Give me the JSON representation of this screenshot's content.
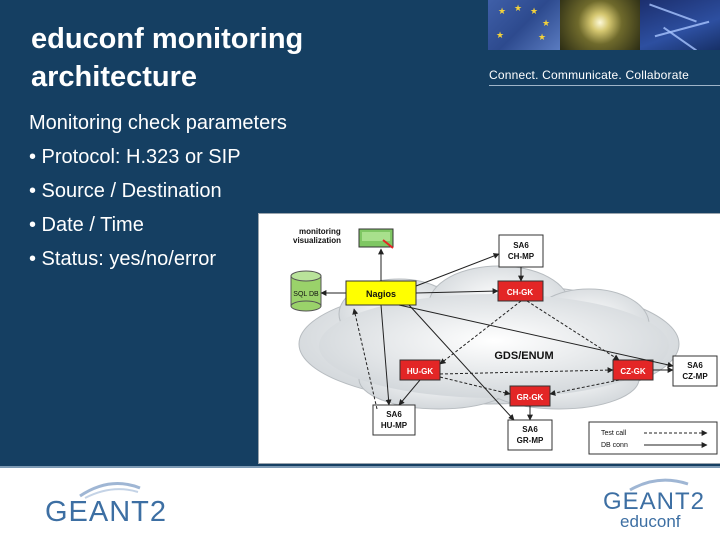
{
  "slide": {
    "title_line1": "educonf monitoring",
    "title_line2": "architecture",
    "tagline": "Connect. Communicate. Collaborate",
    "body": {
      "heading": "Monitoring check parameters",
      "bullets": [
        "• Protocol: H.323 or SIP",
        "• Source / Destination",
        "• Date / Time",
        "• Status: yes/no/error"
      ]
    }
  },
  "diagram": {
    "monitoring_label_line1": "monitoring",
    "monitoring_label_line2": "visualization",
    "db_label": "SQL DB",
    "nagios": "Nagios",
    "cloud_label": "GDS/ENUM",
    "nodes": {
      "sa6_ch_mp_1": "SA6",
      "sa6_ch_mp_2": "CH-MP",
      "ch_gk": "CH-GK",
      "hu_gk": "HU-GK",
      "cz_gk": "CZ-GK",
      "gr_gk": "GR-GK",
      "sa6_cz_mp_1": "SA6",
      "sa6_cz_mp_2": "CZ-MP",
      "sa6_hu_mp_1": "SA6",
      "sa6_hu_mp_2": "HU-MP",
      "sa6_gr_mp_1": "SA6",
      "sa6_gr_mp_2": "GR-MP"
    },
    "legend": {
      "test_call": "Test call",
      "db_conn": "DB conn"
    }
  },
  "logos": {
    "left": "GEANT2",
    "right": "GEANT2",
    "right_sub": "educonf"
  },
  "colors": {
    "background": "#153f62",
    "node_red": "#e32626",
    "nagios_yellow": "#ffff00",
    "db_green": "#9ad26a",
    "logo_blue": "#3d6fa3"
  }
}
